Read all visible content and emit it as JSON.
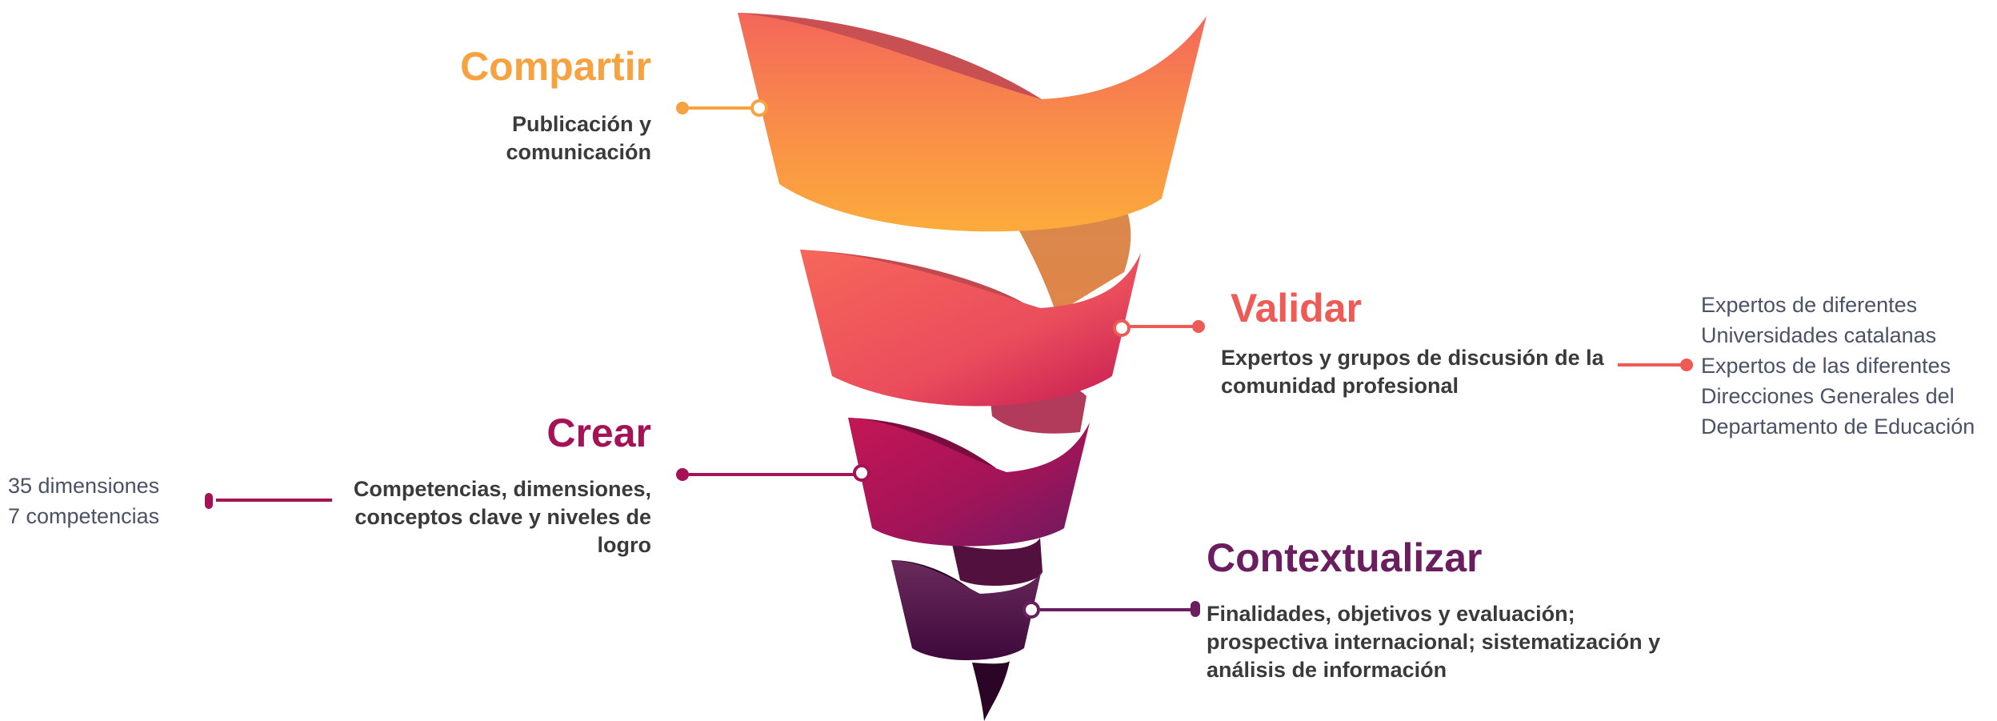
{
  "colors": {
    "compartir": "#f7a240",
    "validar": "#ee5a55",
    "crear": "#a51256",
    "contextualizar": "#6b1e5f",
    "text_dark": "#3a3a3a",
    "text_side": "#4a5266"
  },
  "stages": {
    "compartir": {
      "title": "Compartir",
      "desc_lines": [
        "Publicación y",
        "comunicación"
      ]
    },
    "validar": {
      "title": "Validar",
      "desc_lines": [
        "Expertos y grupos de discusión de la",
        "comunidad profesional"
      ],
      "side_lines": [
        "Expertos de diferentes",
        "Universidades catalanas",
        "Expertos de las diferentes",
        "Direcciones Generales del",
        "Departamento de Educación"
      ]
    },
    "crear": {
      "title": "Crear",
      "desc_lines": [
        "Competencias, dimensiones,",
        "conceptos clave y niveles de",
        "logro"
      ],
      "side_lines": [
        "35 dimensiones",
        "7 competencias"
      ]
    },
    "contextualizar": {
      "title": "Contextualizar",
      "desc_lines": [
        "Finalidades, objetivos y evaluación;",
        "prospectiva internacional; sistematización y",
        "análisis de información"
      ]
    }
  }
}
